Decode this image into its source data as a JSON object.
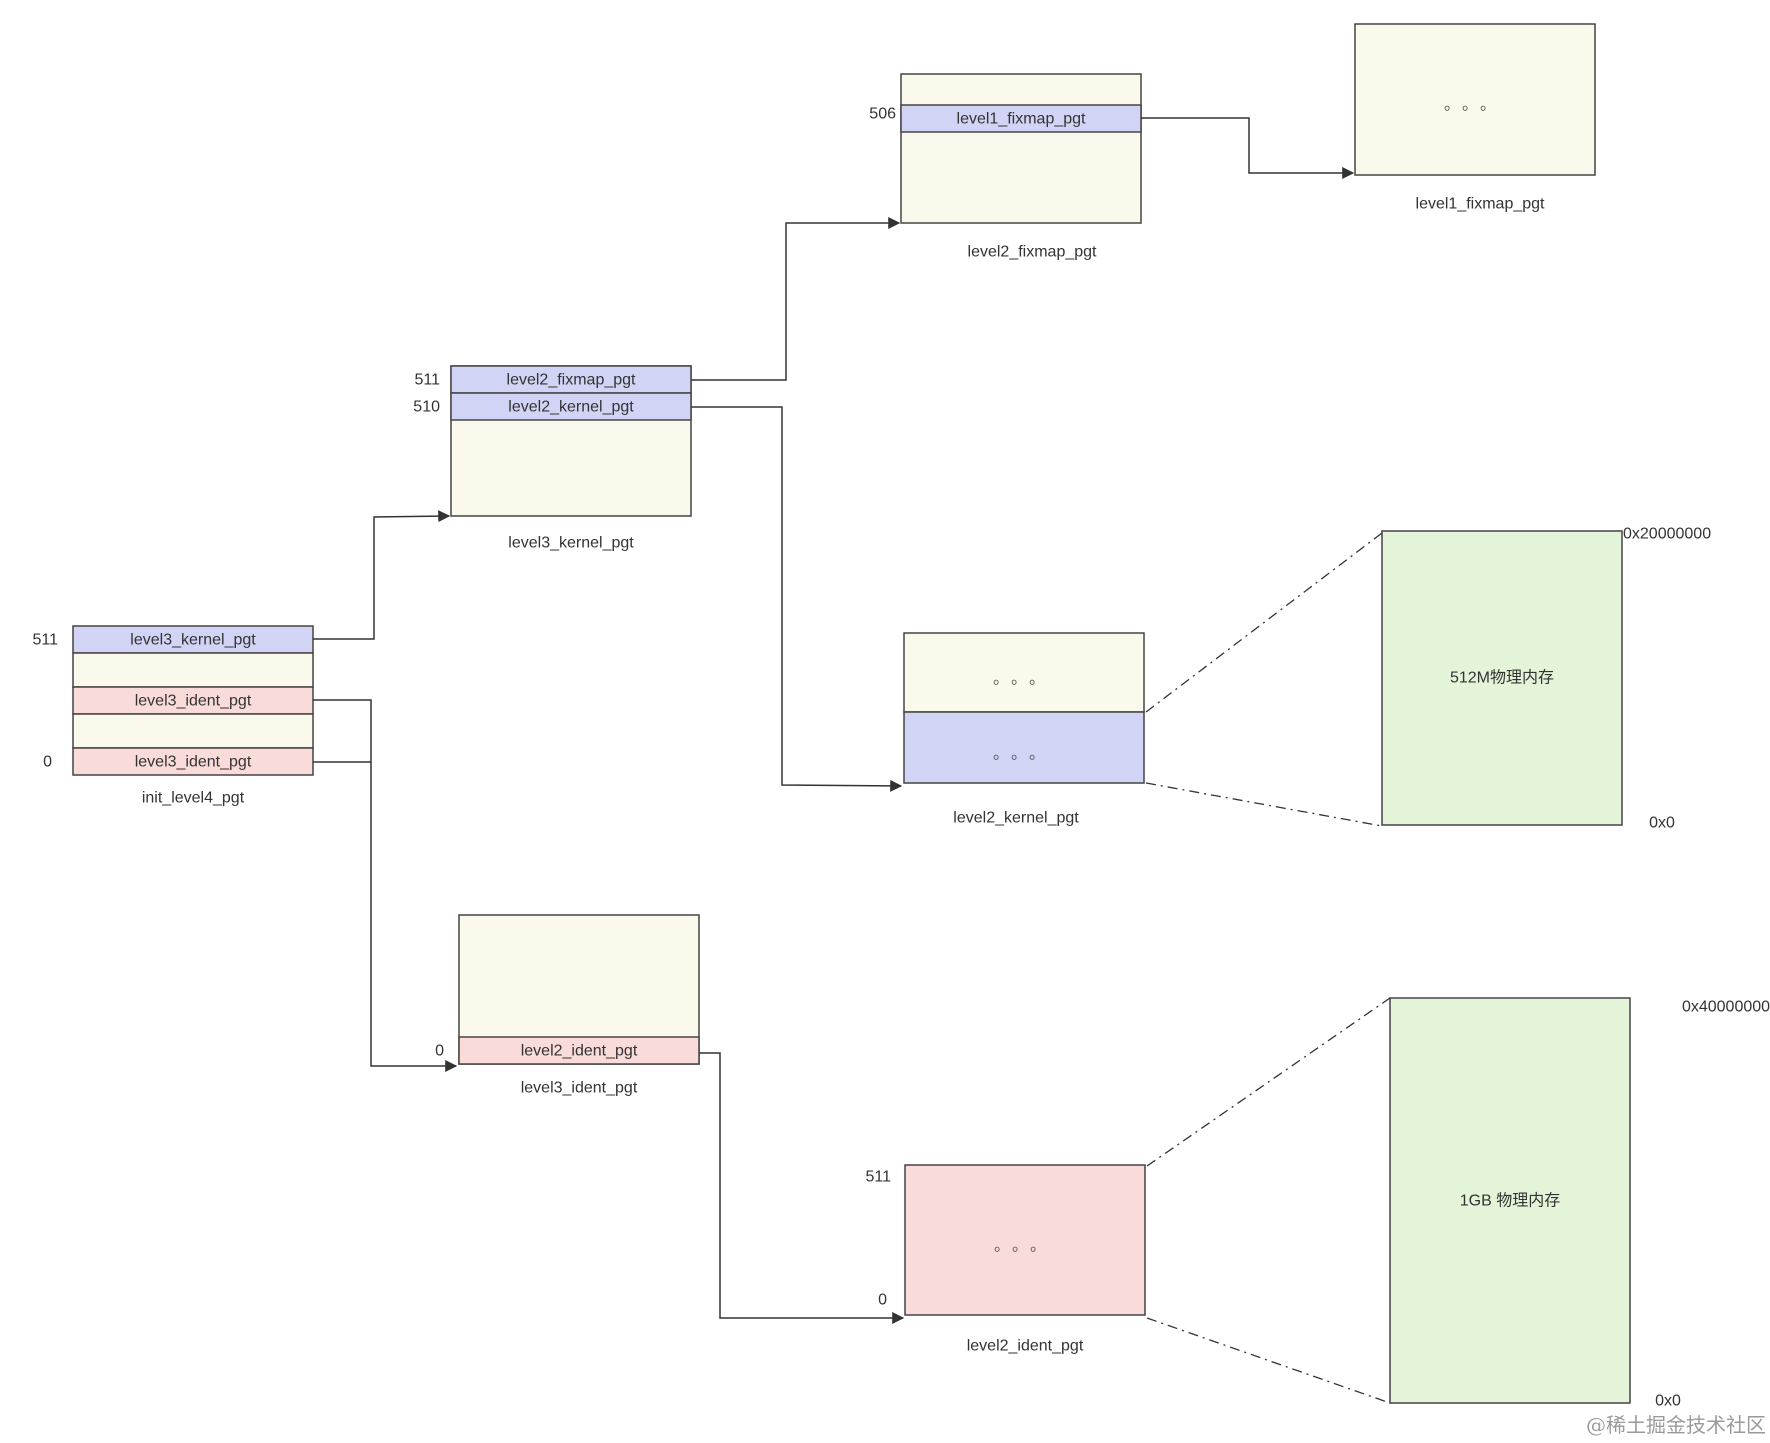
{
  "tables": {
    "init_level4": {
      "caption": "init_level4_pgt",
      "rows": [
        {
          "label": "level3_kernel_pgt",
          "index": "511"
        },
        {
          "label": "",
          "index": ""
        },
        {
          "label": "level3_ident_pgt",
          "index": ""
        },
        {
          "label": "",
          "index": ""
        },
        {
          "label": "level3_ident_pgt",
          "index": "0"
        }
      ]
    },
    "level3_kernel": {
      "caption": "level3_kernel_pgt",
      "rows": [
        {
          "label": "level2_fixmap_pgt",
          "index": "511"
        },
        {
          "label": "level2_kernel_pgt",
          "index": "510"
        }
      ]
    },
    "level2_fixmap": {
      "caption": "level2_fixmap_pgt",
      "rows": [
        {
          "label": "level1_fixmap_pgt",
          "index": "506"
        }
      ]
    },
    "level1_fixmap": {
      "caption": "level1_fixmap_pgt",
      "dots": "。。。"
    },
    "level2_kernel": {
      "caption": "level2_kernel_pgt",
      "dots_top": "。。。",
      "dots_bottom": "。。。"
    },
    "level3_ident": {
      "caption": "level3_ident_pgt",
      "rows": [
        {
          "label": "level2_ident_pgt",
          "index": "0"
        }
      ]
    },
    "level2_ident": {
      "caption": "level2_ident_pgt",
      "dots": "。。。",
      "index_top": "511",
      "index_bottom": "0"
    }
  },
  "memory": {
    "kernel": {
      "label": "512M物理内存",
      "addr_top": "0x20000000",
      "addr_bottom": "0x0"
    },
    "ident": {
      "label": "1GB 物理内存",
      "addr_top": "0x40000000",
      "addr_bottom": "0x0"
    }
  },
  "watermark": "@稀土掘金技术社区",
  "colors": {
    "table_fill": "#faf9ec",
    "kernel_row": "#d2d4f6",
    "ident_row": "#f9dbda",
    "memory_fill": "#e3f4d8"
  }
}
